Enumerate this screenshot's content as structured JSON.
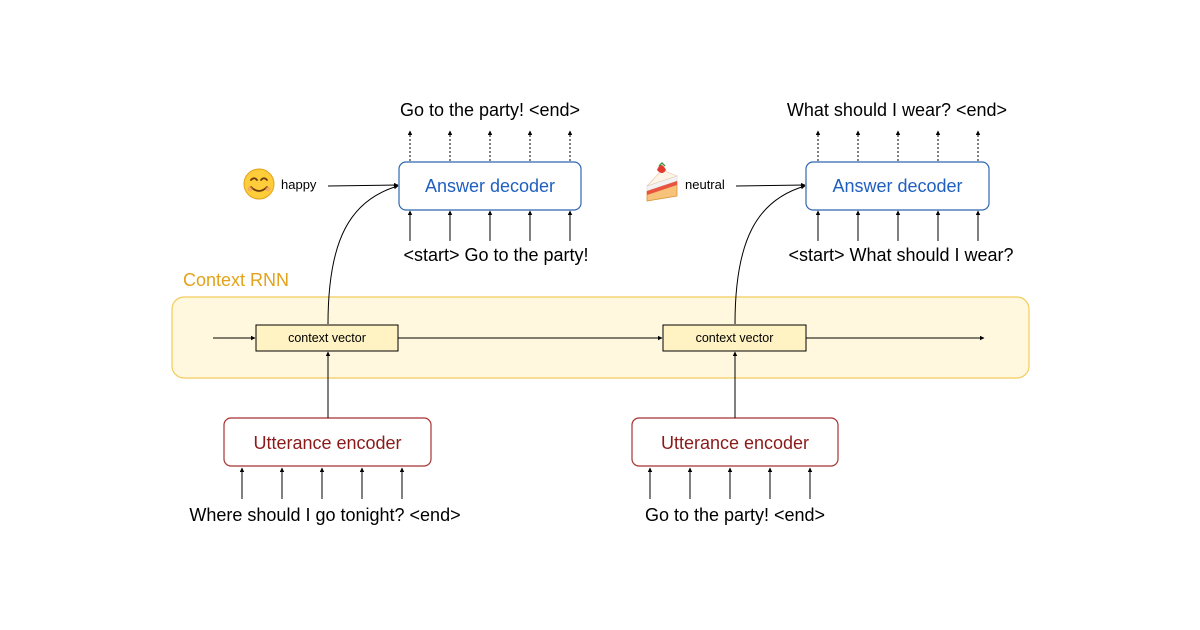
{
  "context_rnn": {
    "label": "Context RNN",
    "context_vector_label": "context vector"
  },
  "turns": [
    {
      "encoder_label": "Utterance encoder",
      "input_text": "Where should I go tonight? <end>",
      "decoder_label": "Answer decoder",
      "decoder_input_text": "<start> Go to the party!",
      "output_text": "Go to the party! <end>",
      "emotion_icon": "smiling-face-icon",
      "emotion_label": "happy"
    },
    {
      "encoder_label": "Utterance encoder",
      "input_text": "Go to the party! <end>",
      "decoder_label": "Answer decoder",
      "decoder_input_text": "<start> What should I wear?",
      "output_text": "What should I wear? <end>",
      "emotion_icon": "shortcake-icon",
      "emotion_label": "neutral"
    }
  ],
  "colors": {
    "context_fill": "#fff8df",
    "context_stroke": "#f1cc5a",
    "context_label": "#e3a21a",
    "vector_fill": "#fff3c4",
    "encoder_stroke": "#a83232",
    "encoder_text": "#8b1a1a",
    "decoder_stroke": "#2f67b1",
    "decoder_text": "#1f5fbf",
    "line": "#000000"
  }
}
